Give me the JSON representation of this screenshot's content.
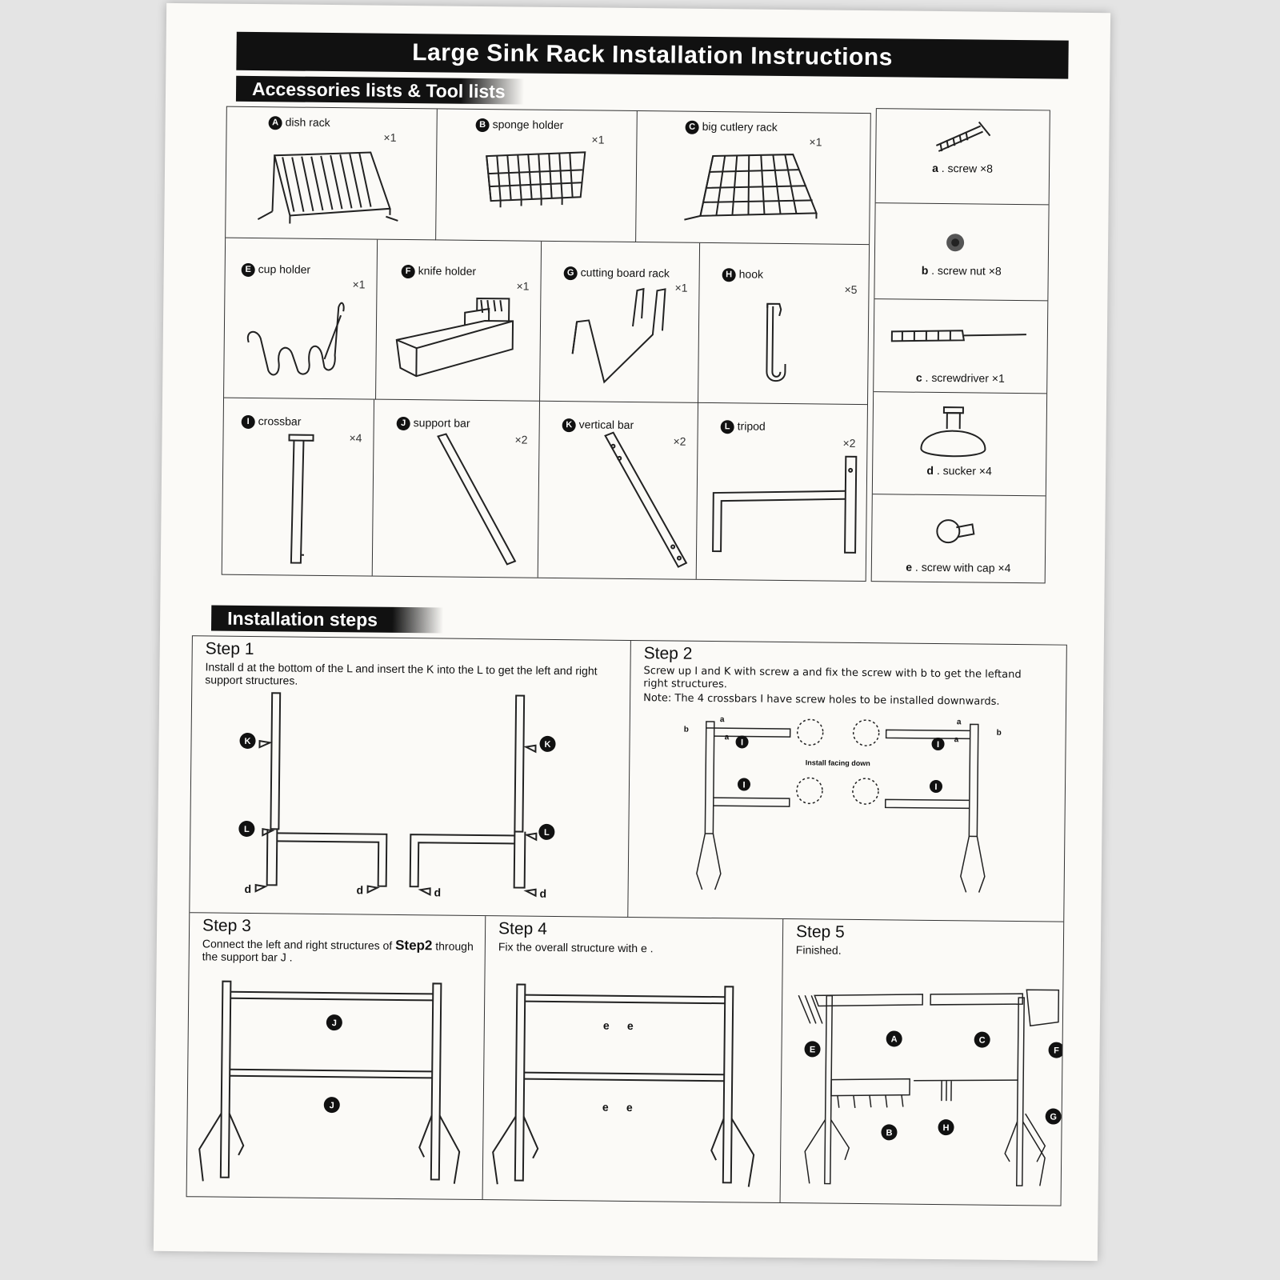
{
  "title": "Large Sink Rack Installation Instructions",
  "sections": {
    "accessories": "Accessories lists & Tool lists",
    "steps": "Installation steps"
  },
  "accessories": [
    {
      "badge": "A",
      "name": "dish rack",
      "qty": "×1"
    },
    {
      "badge": "B",
      "name": "sponge holder",
      "qty": "×1"
    },
    {
      "badge": "C",
      "name": "big cutlery rack",
      "qty": "×1"
    },
    {
      "badge": "E",
      "name": "cup holder",
      "qty": "×1"
    },
    {
      "badge": "F",
      "name": "knife holder",
      "qty": "×1"
    },
    {
      "badge": "G",
      "name": "cutting board rack",
      "qty": "×1"
    },
    {
      "badge": "H",
      "name": "hook",
      "qty": "×5"
    },
    {
      "badge": "I",
      "name": "crossbar",
      "qty": "×4"
    },
    {
      "badge": "J",
      "name": "support bar",
      "qty": "×2"
    },
    {
      "badge": "K",
      "name": "vertical bar",
      "qty": "×2"
    },
    {
      "badge": "L",
      "name": "tripod",
      "qty": "×2"
    }
  ],
  "tools": [
    {
      "key": "a",
      "name": ". screw",
      "qty": "×8"
    },
    {
      "key": "b",
      "name": ". screw nut",
      "qty": "×8"
    },
    {
      "key": "c",
      "name": ". screwdriver",
      "qty": "×1"
    },
    {
      "key": "d",
      "name": ". sucker",
      "qty": "×4"
    },
    {
      "key": "e",
      "name": ". screw with cap",
      "qty": "×4"
    }
  ],
  "steps": [
    {
      "title": "Step 1",
      "text": "Install d at the bottom of the L and insert the K into the L to get the left and right support structures."
    },
    {
      "title": "Step 2",
      "text": "Screw up I and K with screw a and fix the screw with b to get the leftand right structures.",
      "note": "Note: The 4 crossbars I have screw holes to be installed downwards.",
      "callout": "Install facing down"
    },
    {
      "title": "Step 3",
      "text_pre": "Connect the left and right structures of",
      "text_bold": "Step2",
      "text_post": "through the support bar J ."
    },
    {
      "title": "Step 4",
      "text": "Fix the overall structure with e ."
    },
    {
      "title": "Step 5",
      "text": "Finished."
    }
  ],
  "diagram_labels": {
    "d": "d",
    "K": "K",
    "L": "L",
    "I": "I",
    "J": "J",
    "e": "e",
    "a": "a",
    "b": "b",
    "A": "A",
    "B": "B",
    "C": "C",
    "E": "E",
    "F": "F",
    "G": "G",
    "H": "H"
  }
}
